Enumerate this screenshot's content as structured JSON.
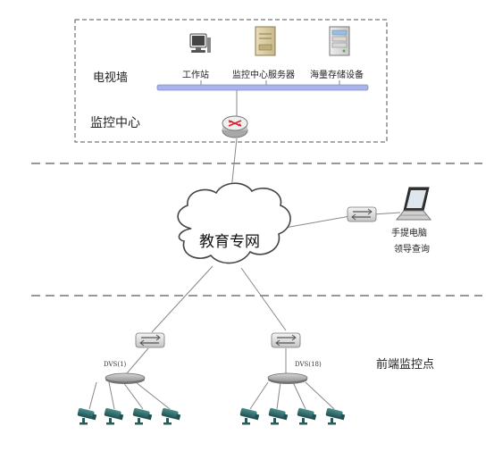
{
  "monitor_center": {
    "tv_wall_label": "电视墙",
    "center_label": "监控中心",
    "workstation_label": "工作站",
    "server_label": "监控中心服务器",
    "storage_label": "海量存储设备"
  },
  "network": {
    "cloud_label": "教育专网"
  },
  "remote": {
    "laptop_label": "手提电脑",
    "query_label": "领导查询"
  },
  "front_end": {
    "label": "前端监控点",
    "dvs_left_label": "DVS(1)",
    "dvs_right_label": "DVS(18)"
  },
  "colors": {
    "bus": "#aab4e8",
    "dash": "#777777",
    "camera": "#2f6f6f",
    "line": "#888888"
  }
}
